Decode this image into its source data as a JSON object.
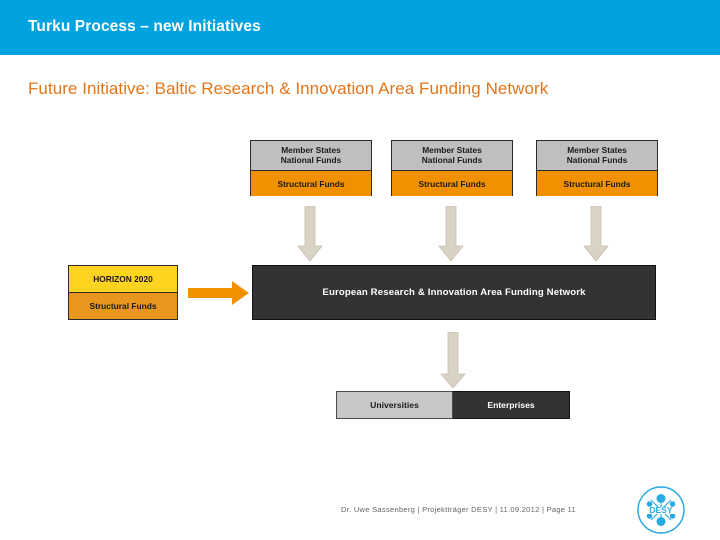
{
  "slide": {
    "header_title": "Turku Process – new Initiatives",
    "subtitle": "Future Initiative: Baltic Research & Innovation Area Funding Network",
    "header_color": "#00A3E0",
    "subtitle_color": "#E2761B"
  },
  "diagram": {
    "type": "flow-diagram",
    "member_state_boxes": [
      {
        "top_line1": "Member States",
        "top_line2": "National Funds",
        "bottom": "Structural Funds"
      },
      {
        "top_line1": "Member States",
        "top_line2": "National Funds",
        "bottom": "Structural Funds"
      },
      {
        "top_line1": "Member States",
        "top_line2": "National Funds",
        "bottom": "Structural Funds"
      }
    ],
    "horizon_box": {
      "top": "HORIZON 2020",
      "bottom": "Structural Funds",
      "top_color": "#FFD320",
      "bottom_color": "#E8961E"
    },
    "network_box": {
      "label": "European Research & Innovation Area Funding Network",
      "color": "#333333"
    },
    "outcome_boxes": [
      {
        "label": "Universities",
        "color": "#C8C8C8"
      },
      {
        "label": "Enterprises",
        "color": "#333333"
      }
    ],
    "arrows": {
      "down_color": "#D9D3C4",
      "right_color": "#F29100"
    }
  },
  "footer": {
    "text": "Dr. Uwe Sassenberg |  Projektträger DESY |  11.09.2012  |  Page 11",
    "logo_label": "DESY",
    "logo_color": "#29ABE2"
  }
}
